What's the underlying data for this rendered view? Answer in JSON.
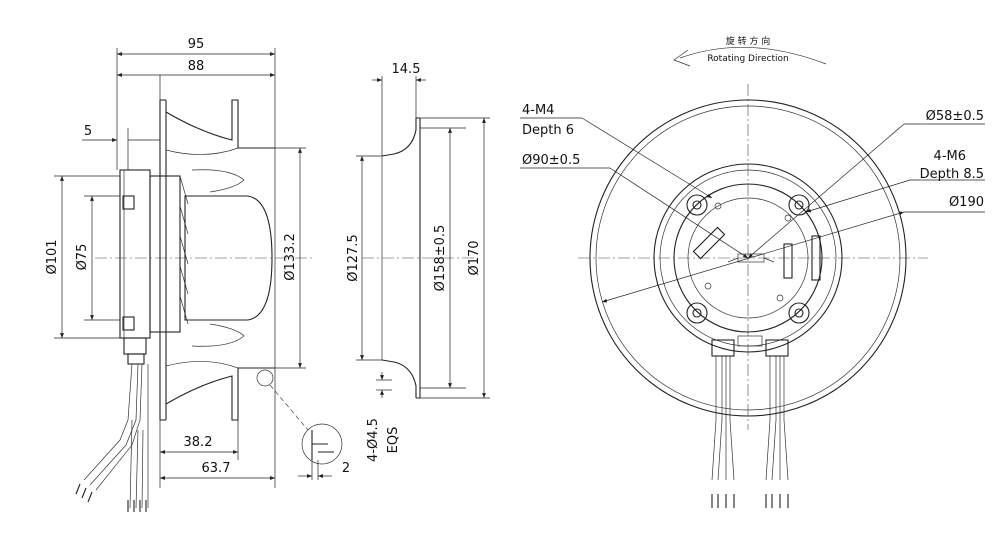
{
  "side_view": {
    "dims": {
      "d95": "95",
      "d88": "88",
      "d5": "5",
      "d101": "Ø101",
      "d75": "Ø75",
      "d133": "Ø133.2",
      "d38": "38.2",
      "d63": "63.7",
      "d2": "2"
    }
  },
  "inlet_ring": {
    "dims": {
      "d14": "14.5",
      "d127": "Ø127.5",
      "d158": "Ø158±0.5",
      "d170": "Ø170",
      "holes": "4-Ø4.5",
      "eqs": "EQS"
    }
  },
  "front_view": {
    "rotation_cn": "旋 转 方 向",
    "rotation_en": "Rotating Direction",
    "labels": {
      "m4": "4-M4",
      "depth6": "Depth 6",
      "d90": "Ø90±0.5",
      "d58": "Ø58±0.5",
      "m6": "4-M6",
      "depth85": "Depth 8.5",
      "d190": "Ø190"
    }
  }
}
